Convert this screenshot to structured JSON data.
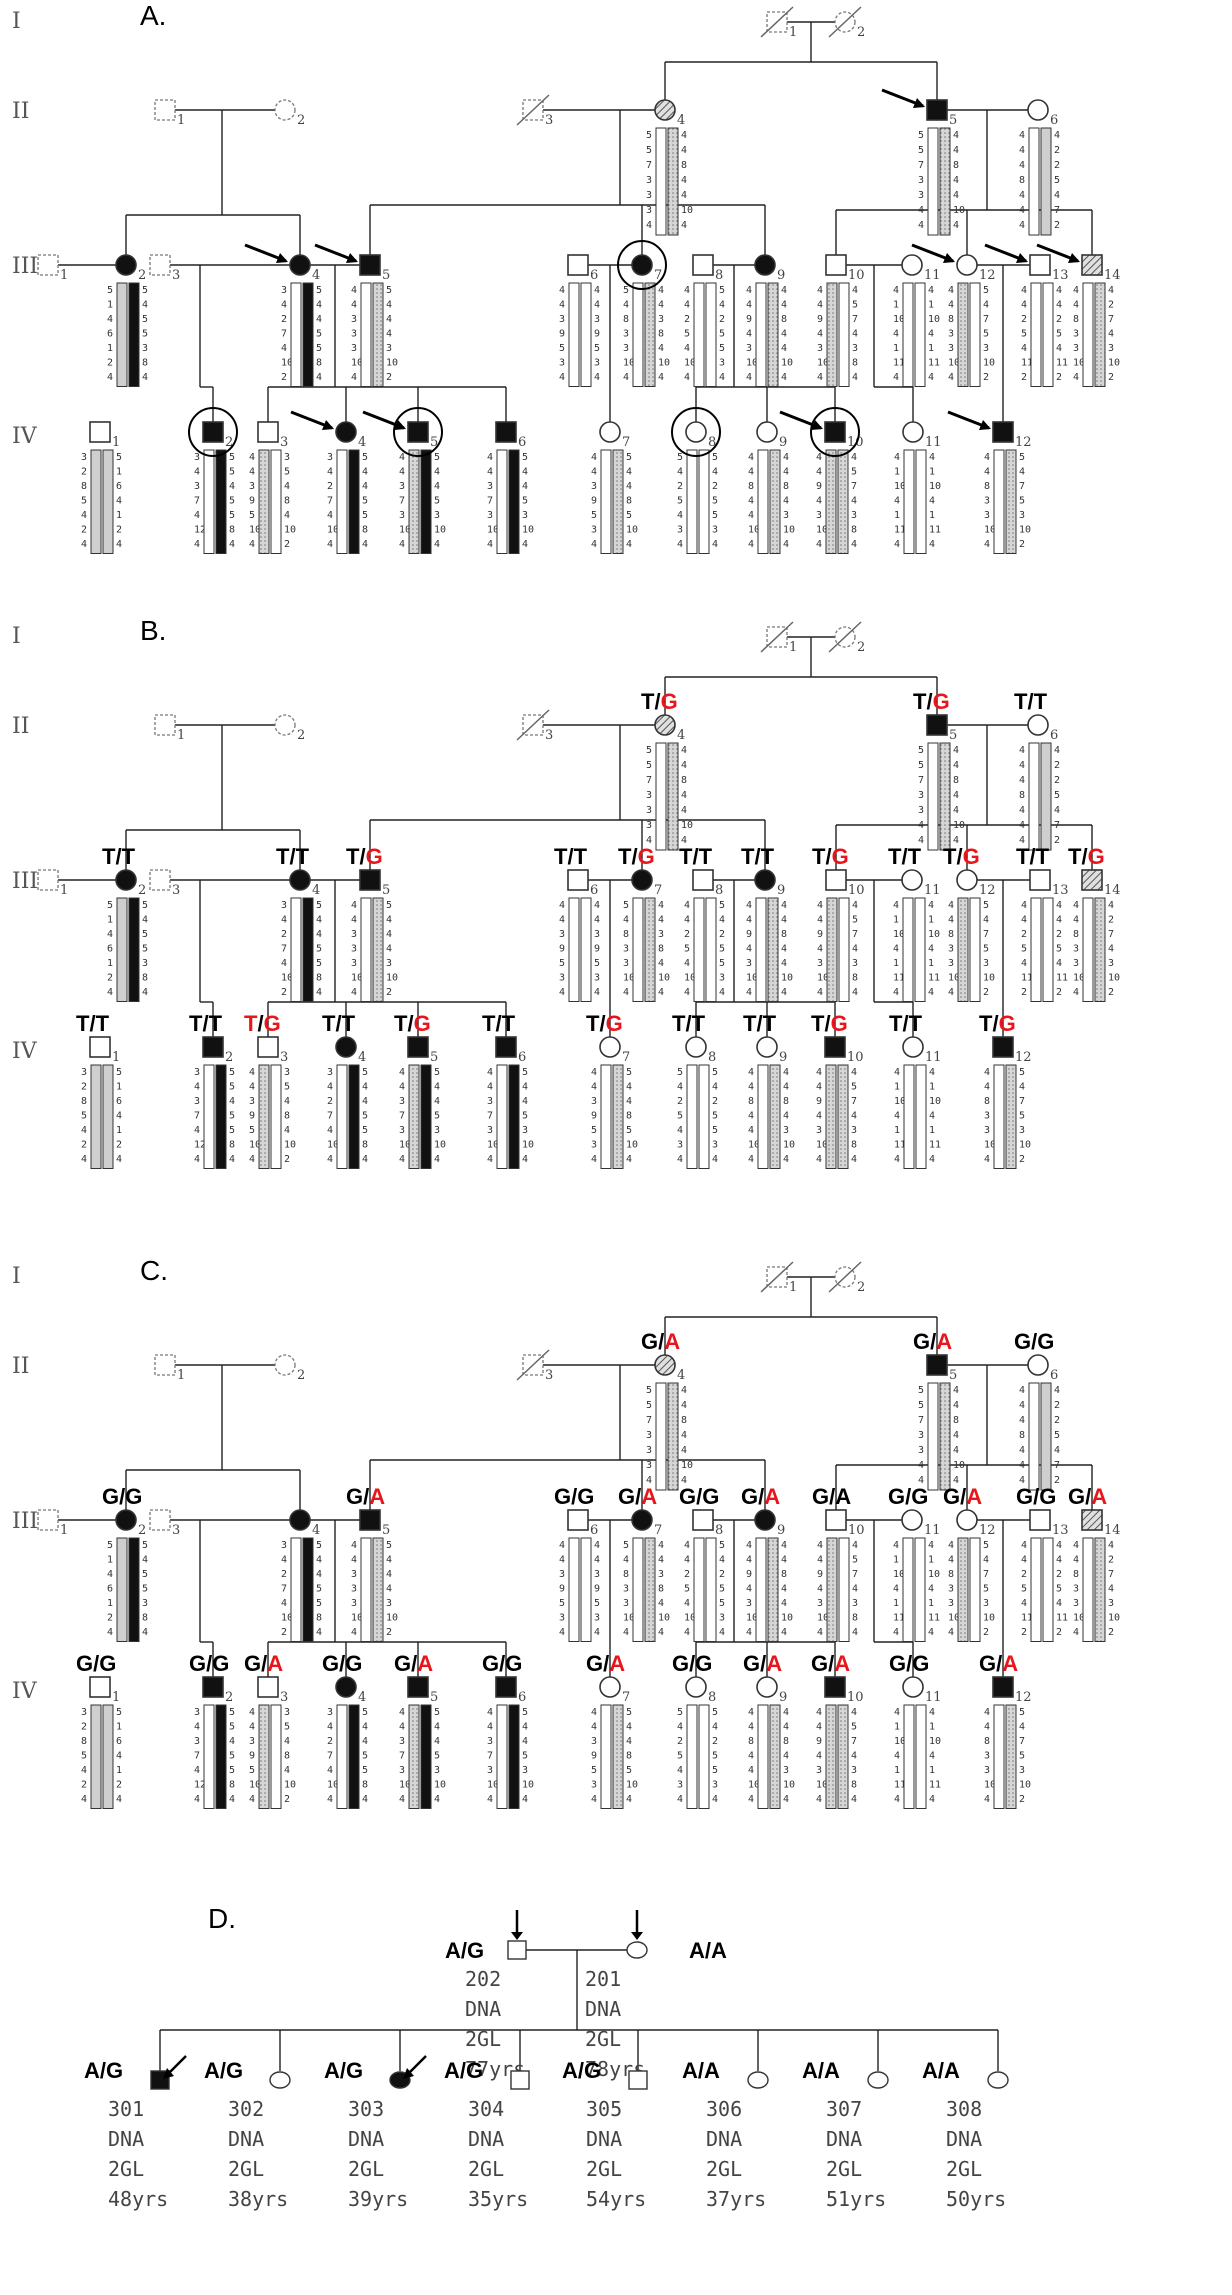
{
  "figure": {
    "panels": [
      {
        "id": "A",
        "label": "A.",
        "genotypes": null
      },
      {
        "id": "B",
        "label": "B.",
        "genotypes": {
          "II-4": [
            "T",
            "G"
          ],
          "II-5": [
            "T",
            "G"
          ],
          "II-6": [
            "T",
            "T"
          ],
          "III-2": [
            "T",
            "T"
          ],
          "III-4": [
            "T",
            "T"
          ],
          "III-5": [
            "T",
            "G"
          ],
          "III-6": [
            "T",
            "T"
          ],
          "III-7": [
            "T",
            "G"
          ],
          "III-8": [
            "T",
            "T"
          ],
          "III-9": [
            "T",
            "T"
          ],
          "III-10": [
            "T",
            "G"
          ],
          "III-11": [
            "T",
            "T"
          ],
          "III-12": [
            "T",
            "G"
          ],
          "III-13": [
            "T",
            "T"
          ],
          "III-14": [
            "T",
            "G"
          ],
          "IV-1": [
            "T",
            "T"
          ],
          "IV-2": [
            "T",
            "T"
          ],
          "IV-3": [
            "T",
            "G"
          ],
          "IV-4": [
            "T",
            "T"
          ],
          "IV-5": [
            "T",
            "G"
          ],
          "IV-6": [
            "T",
            "T"
          ],
          "IV-7": [
            "T",
            "G"
          ],
          "IV-8": [
            "T",
            "T"
          ],
          "IV-9": [
            "T",
            "T"
          ],
          "IV-10": [
            "T",
            "G"
          ],
          "IV-11": [
            "T",
            "T"
          ],
          "IV-12": [
            "T",
            "G"
          ]
        },
        "red_first": [
          "IV-3"
        ]
      },
      {
        "id": "C",
        "label": "C.",
        "genotypes": {
          "II-4": [
            "G",
            "A"
          ],
          "II-5": [
            "G",
            "A"
          ],
          "II-6": [
            "G",
            "G"
          ],
          "III-2": [
            "G",
            "G"
          ],
          "III-5": [
            "G",
            "A"
          ],
          "III-6": [
            "G",
            "G"
          ],
          "III-7": [
            "G",
            "A"
          ],
          "III-8": [
            "G",
            "G"
          ],
          "III-9": [
            "G",
            "A"
          ],
          "III-10": [
            "G",
            "A"
          ],
          "III-11": [
            "G",
            "G"
          ],
          "III-12": [
            "G",
            "A"
          ],
          "III-13": [
            "G",
            "G"
          ],
          "III-14": [
            "G",
            "A"
          ],
          "IV-1": [
            "G",
            "G"
          ],
          "IV-2": [
            "G",
            "G"
          ],
          "IV-3": [
            "G",
            "A"
          ],
          "IV-4": [
            "G",
            "G"
          ],
          "IV-5": [
            "G",
            "A"
          ],
          "IV-6": [
            "G",
            "G"
          ],
          "IV-7": [
            "G",
            "A"
          ],
          "IV-8": [
            "G",
            "G"
          ],
          "IV-9": [
            "G",
            "A"
          ],
          "IV-10": [
            "G",
            "A"
          ],
          "IV-11": [
            "G",
            "G"
          ],
          "IV-12": [
            "G",
            "A"
          ]
        },
        "black_second": [
          "III-10"
        ]
      }
    ],
    "generations": [
      "I",
      "II",
      "III",
      "IV"
    ],
    "individuals": {
      "I": [
        "1",
        "2"
      ],
      "II": [
        "1",
        "2",
        "3",
        "4",
        "5",
        "6"
      ],
      "III": [
        "1",
        "2",
        "3",
        "4",
        "5",
        "6",
        "7",
        "8",
        "9",
        "10",
        "11",
        "12",
        "13",
        "14"
      ],
      "IV": [
        "1",
        "2",
        "3",
        "4",
        "5",
        "6",
        "7",
        "8",
        "9",
        "10",
        "11",
        "12"
      ]
    },
    "haplotypes": {
      "II-4": [
        [
          "5",
          "5",
          "7",
          "3",
          "3",
          "3",
          "4"
        ],
        [
          "4",
          "4",
          "8",
          "4",
          "4",
          "10",
          "4"
        ]
      ],
      "II-5": [
        [
          "5",
          "5",
          "7",
          "3",
          "3",
          "4",
          "4"
        ],
        [
          "4",
          "4",
          "8",
          "4",
          "4",
          "10",
          "4"
        ]
      ],
      "II-6": [
        [
          "4",
          "4",
          "4",
          "8",
          "4",
          "4",
          "4"
        ],
        [
          "4",
          "2",
          "2",
          "5",
          "4",
          "7",
          "2"
        ]
      ],
      "III-2": [
        [
          "5",
          "1",
          "4",
          "6",
          "1",
          "2",
          "4"
        ],
        [
          "5",
          "4",
          "5",
          "5",
          "3",
          "8",
          "4"
        ]
      ],
      "III-4": [
        [
          "3",
          "4",
          "2",
          "7",
          "4",
          "10",
          "2"
        ],
        [
          "5",
          "4",
          "4",
          "5",
          "5",
          "8",
          "4"
        ]
      ],
      "III-5": [
        [
          "4",
          "4",
          "3",
          "3",
          "3",
          "10",
          "4"
        ],
        [
          "5",
          "4",
          "4",
          "4",
          "3",
          "10",
          "2"
        ]
      ],
      "III-6": [
        [
          "4",
          "4",
          "3",
          "9",
          "5",
          "3",
          "4"
        ],
        [
          "4",
          "4",
          "3",
          "9",
          "5",
          "3",
          "4"
        ]
      ],
      "III-7": [
        [
          "5",
          "4",
          "8",
          "3",
          "3",
          "10",
          "4"
        ],
        [
          "4",
          "4",
          "3",
          "8",
          "4",
          "10",
          "4"
        ]
      ],
      "III-8": [
        [
          "4",
          "4",
          "2",
          "5",
          "4",
          "10",
          "4"
        ],
        [
          "5",
          "4",
          "2",
          "5",
          "5",
          "3",
          "4"
        ]
      ],
      "III-9": [
        [
          "4",
          "4",
          "9",
          "4",
          "3",
          "10",
          "4"
        ],
        [
          "4",
          "4",
          "8",
          "4",
          "4",
          "10",
          "4"
        ]
      ],
      "III-10": [
        [
          "4",
          "4",
          "9",
          "4",
          "3",
          "10",
          "4"
        ],
        [
          "4",
          "5",
          "7",
          "4",
          "3",
          "8",
          "4"
        ]
      ],
      "III-11": [
        [
          "4",
          "1",
          "10",
          "4",
          "1",
          "11",
          "4"
        ],
        [
          "4",
          "1",
          "10",
          "4",
          "1",
          "11",
          "4"
        ]
      ],
      "III-12": [
        [
          "4",
          "4",
          "8",
          "3",
          "3",
          "10",
          "4"
        ],
        [
          "5",
          "4",
          "7",
          "5",
          "3",
          "10",
          "2"
        ]
      ],
      "III-13": [
        [
          "4",
          "4",
          "2",
          "5",
          "4",
          "11",
          "2"
        ],
        [
          "4",
          "4",
          "2",
          "5",
          "4",
          "11",
          "2"
        ]
      ],
      "III-14": [
        [
          "4",
          "4",
          "8",
          "3",
          "3",
          "10",
          "4"
        ],
        [
          "4",
          "2",
          "7",
          "4",
          "3",
          "10",
          "2"
        ]
      ],
      "IV-1": [
        [
          "3",
          "2",
          "8",
          "5",
          "4",
          "2",
          "4"
        ],
        [
          "5",
          "1",
          "6",
          "4",
          "1",
          "2",
          "4"
        ]
      ],
      "IV-2": [
        [
          "3",
          "4",
          "3",
          "7",
          "4",
          "12",
          "4"
        ],
        [
          "5",
          "5",
          "4",
          "5",
          "5",
          "8",
          "4"
        ]
      ],
      "IV-3": [
        [
          "4",
          "4",
          "3",
          "9",
          "5",
          "10",
          "4"
        ],
        [
          "3",
          "5",
          "4",
          "8",
          "4",
          "10",
          "2"
        ]
      ],
      "IV-4": [
        [
          "3",
          "4",
          "2",
          "7",
          "4",
          "10",
          "4"
        ],
        [
          "5",
          "4",
          "4",
          "5",
          "5",
          "8",
          "4"
        ]
      ],
      "IV-5": [
        [
          "4",
          "4",
          "3",
          "7",
          "3",
          "10",
          "4"
        ],
        [
          "5",
          "4",
          "4",
          "5",
          "3",
          "10",
          "4"
        ]
      ],
      "IV-6": [
        [
          "4",
          "4",
          "3",
          "7",
          "3",
          "10",
          "4"
        ],
        [
          "5",
          "4",
          "4",
          "5",
          "3",
          "10",
          "4"
        ]
      ],
      "IV-7": [
        [
          "4",
          "4",
          "3",
          "9",
          "5",
          "3",
          "4"
        ],
        [
          "5",
          "4",
          "4",
          "8",
          "5",
          "10",
          "4"
        ]
      ],
      "IV-8": [
        [
          "5",
          "4",
          "2",
          "5",
          "4",
          "3",
          "4"
        ],
        [
          "5",
          "4",
          "2",
          "5",
          "5",
          "3",
          "4"
        ]
      ],
      "IV-9": [
        [
          "4",
          "4",
          "8",
          "4",
          "4",
          "10",
          "4"
        ],
        [
          "4",
          "4",
          "8",
          "4",
          "3",
          "10",
          "4"
        ]
      ],
      "IV-10": [
        [
          "4",
          "4",
          "9",
          "4",
          "3",
          "10",
          "4"
        ],
        [
          "4",
          "5",
          "7",
          "4",
          "3",
          "8",
          "4"
        ]
      ],
      "IV-11": [
        [
          "4",
          "1",
          "10",
          "4",
          "1",
          "11",
          "4"
        ],
        [
          "4",
          "1",
          "10",
          "4",
          "1",
          "11",
          "4"
        ]
      ],
      "IV-12": [
        [
          "4",
          "4",
          "8",
          "3",
          "3",
          "10",
          "4"
        ],
        [
          "5",
          "4",
          "7",
          "5",
          "3",
          "10",
          "2"
        ]
      ]
    },
    "panel_d": {
      "label": "D.",
      "parents": [
        {
          "id": "202",
          "genotype": "A/G",
          "sex": "male",
          "affected": false,
          "arrow": true,
          "lines": [
            "DNA",
            "2GL",
            "77yrs"
          ]
        },
        {
          "id": "201",
          "genotype": "A/A",
          "sex": "female",
          "affected": false,
          "arrow": true,
          "lines": [
            "DNA",
            "2GL",
            "78yrs"
          ]
        }
      ],
      "children": [
        {
          "id": "301",
          "genotype": "A/G",
          "sex": "male",
          "affected": true,
          "arrow": true,
          "lines": [
            "DNA",
            "2GL",
            "48yrs"
          ]
        },
        {
          "id": "302",
          "genotype": "A/G",
          "sex": "female",
          "affected": false,
          "arrow": false,
          "lines": [
            "DNA",
            "2GL",
            "38yrs"
          ]
        },
        {
          "id": "303",
          "genotype": "A/G",
          "sex": "female",
          "affected": true,
          "arrow": true,
          "lines": [
            "DNA",
            "2GL",
            "39yrs"
          ]
        },
        {
          "id": "304",
          "genotype": "A/G",
          "sex": "male",
          "affected": false,
          "arrow": false,
          "lines": [
            "DNA",
            "2GL",
            "35yrs"
          ]
        },
        {
          "id": "305",
          "genotype": "A/G",
          "sex": "male",
          "affected": false,
          "arrow": false,
          "lines": [
            "DNA",
            "2GL",
            "54yrs"
          ]
        },
        {
          "id": "306",
          "genotype": "A/A",
          "sex": "female",
          "affected": false,
          "arrow": false,
          "lines": [
            "DNA",
            "2GL",
            "37yrs"
          ]
        },
        {
          "id": "307",
          "genotype": "A/A",
          "sex": "female",
          "affected": false,
          "arrow": false,
          "lines": [
            "DNA",
            "2GL",
            "51yrs"
          ]
        },
        {
          "id": "308",
          "genotype": "A/A",
          "sex": "female",
          "affected": false,
          "arrow": false,
          "lines": [
            "DNA",
            "2GL",
            "50yrs"
          ]
        }
      ]
    },
    "colors": {
      "risk_allele": "#e8151b",
      "text": "#000000",
      "affected": "#111111",
      "hatched": "#777777"
    }
  }
}
